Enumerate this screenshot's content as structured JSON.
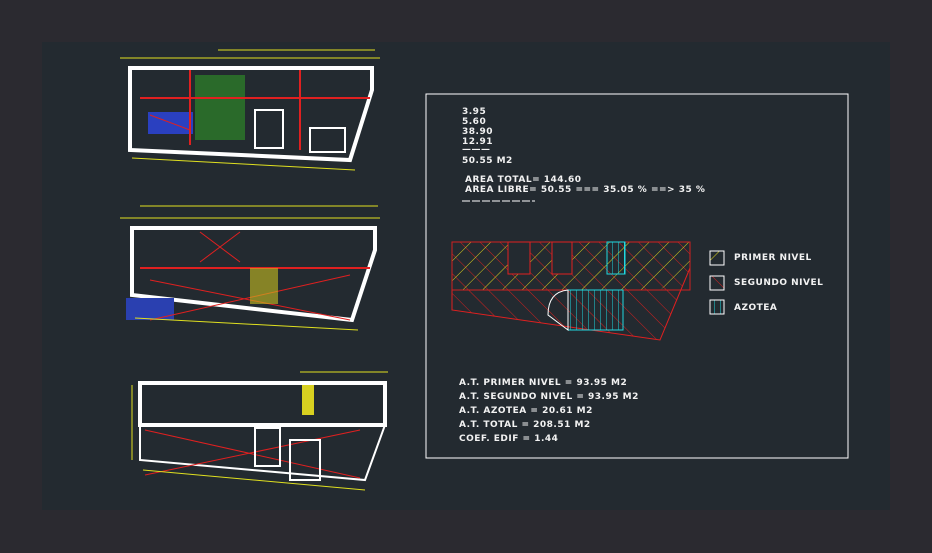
{
  "summary": {
    "values": [
      "3.95",
      "5.60",
      "38.90",
      "12.91"
    ],
    "subtotal": "50.55 M2",
    "area_total": "AREA TOTAL= 144.60",
    "area_libre": "AREA LIBRE= 50.55 === 35.05 % ==> 35 %"
  },
  "legend": {
    "items": [
      {
        "label": "PRIMER NIVEL",
        "color": "#e8e020"
      },
      {
        "label": "SEGUNDO NIVEL",
        "color": "#e02020"
      },
      {
        "label": "AZOTEA",
        "color": "#20e0e8"
      }
    ]
  },
  "totals": [
    "A.T. PRIMER NIVEL = 93.95 M2",
    "A.T. SEGUNDO NIVEL = 93.95 M2",
    "A.T. AZOTEA = 20.61 M2",
    "A.T. TOTAL = 208.51 M2",
    "COEF. EDIF = 1.44"
  ]
}
